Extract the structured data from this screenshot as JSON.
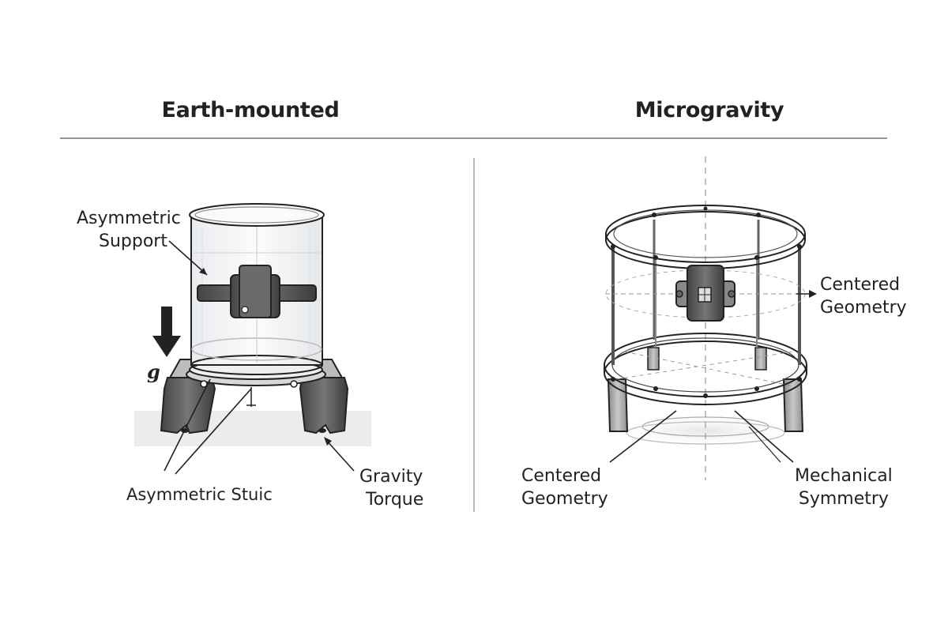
{
  "left_panel": {
    "title": "Earth-mounted",
    "label_support": [
      "Asymmetric",
      "Support"
    ],
    "label_gravity_symbol": "g",
    "label_struc": "Asymmetric Stuic",
    "label_torque": [
      "Gravity",
      "Torque"
    ]
  },
  "right_panel": {
    "title": "Microgravity",
    "label_centered_right": [
      "Centered",
      "Geometry"
    ],
    "label_centered_bottom": [
      "Centered",
      "Geometry"
    ],
    "label_symmetry": [
      "Mechanical",
      "Symmetry"
    ]
  },
  "colors": {
    "ink": "#222222",
    "dark_metal": "#555555",
    "light_metal": "#dddddd",
    "glass": "#f4f6f8"
  }
}
